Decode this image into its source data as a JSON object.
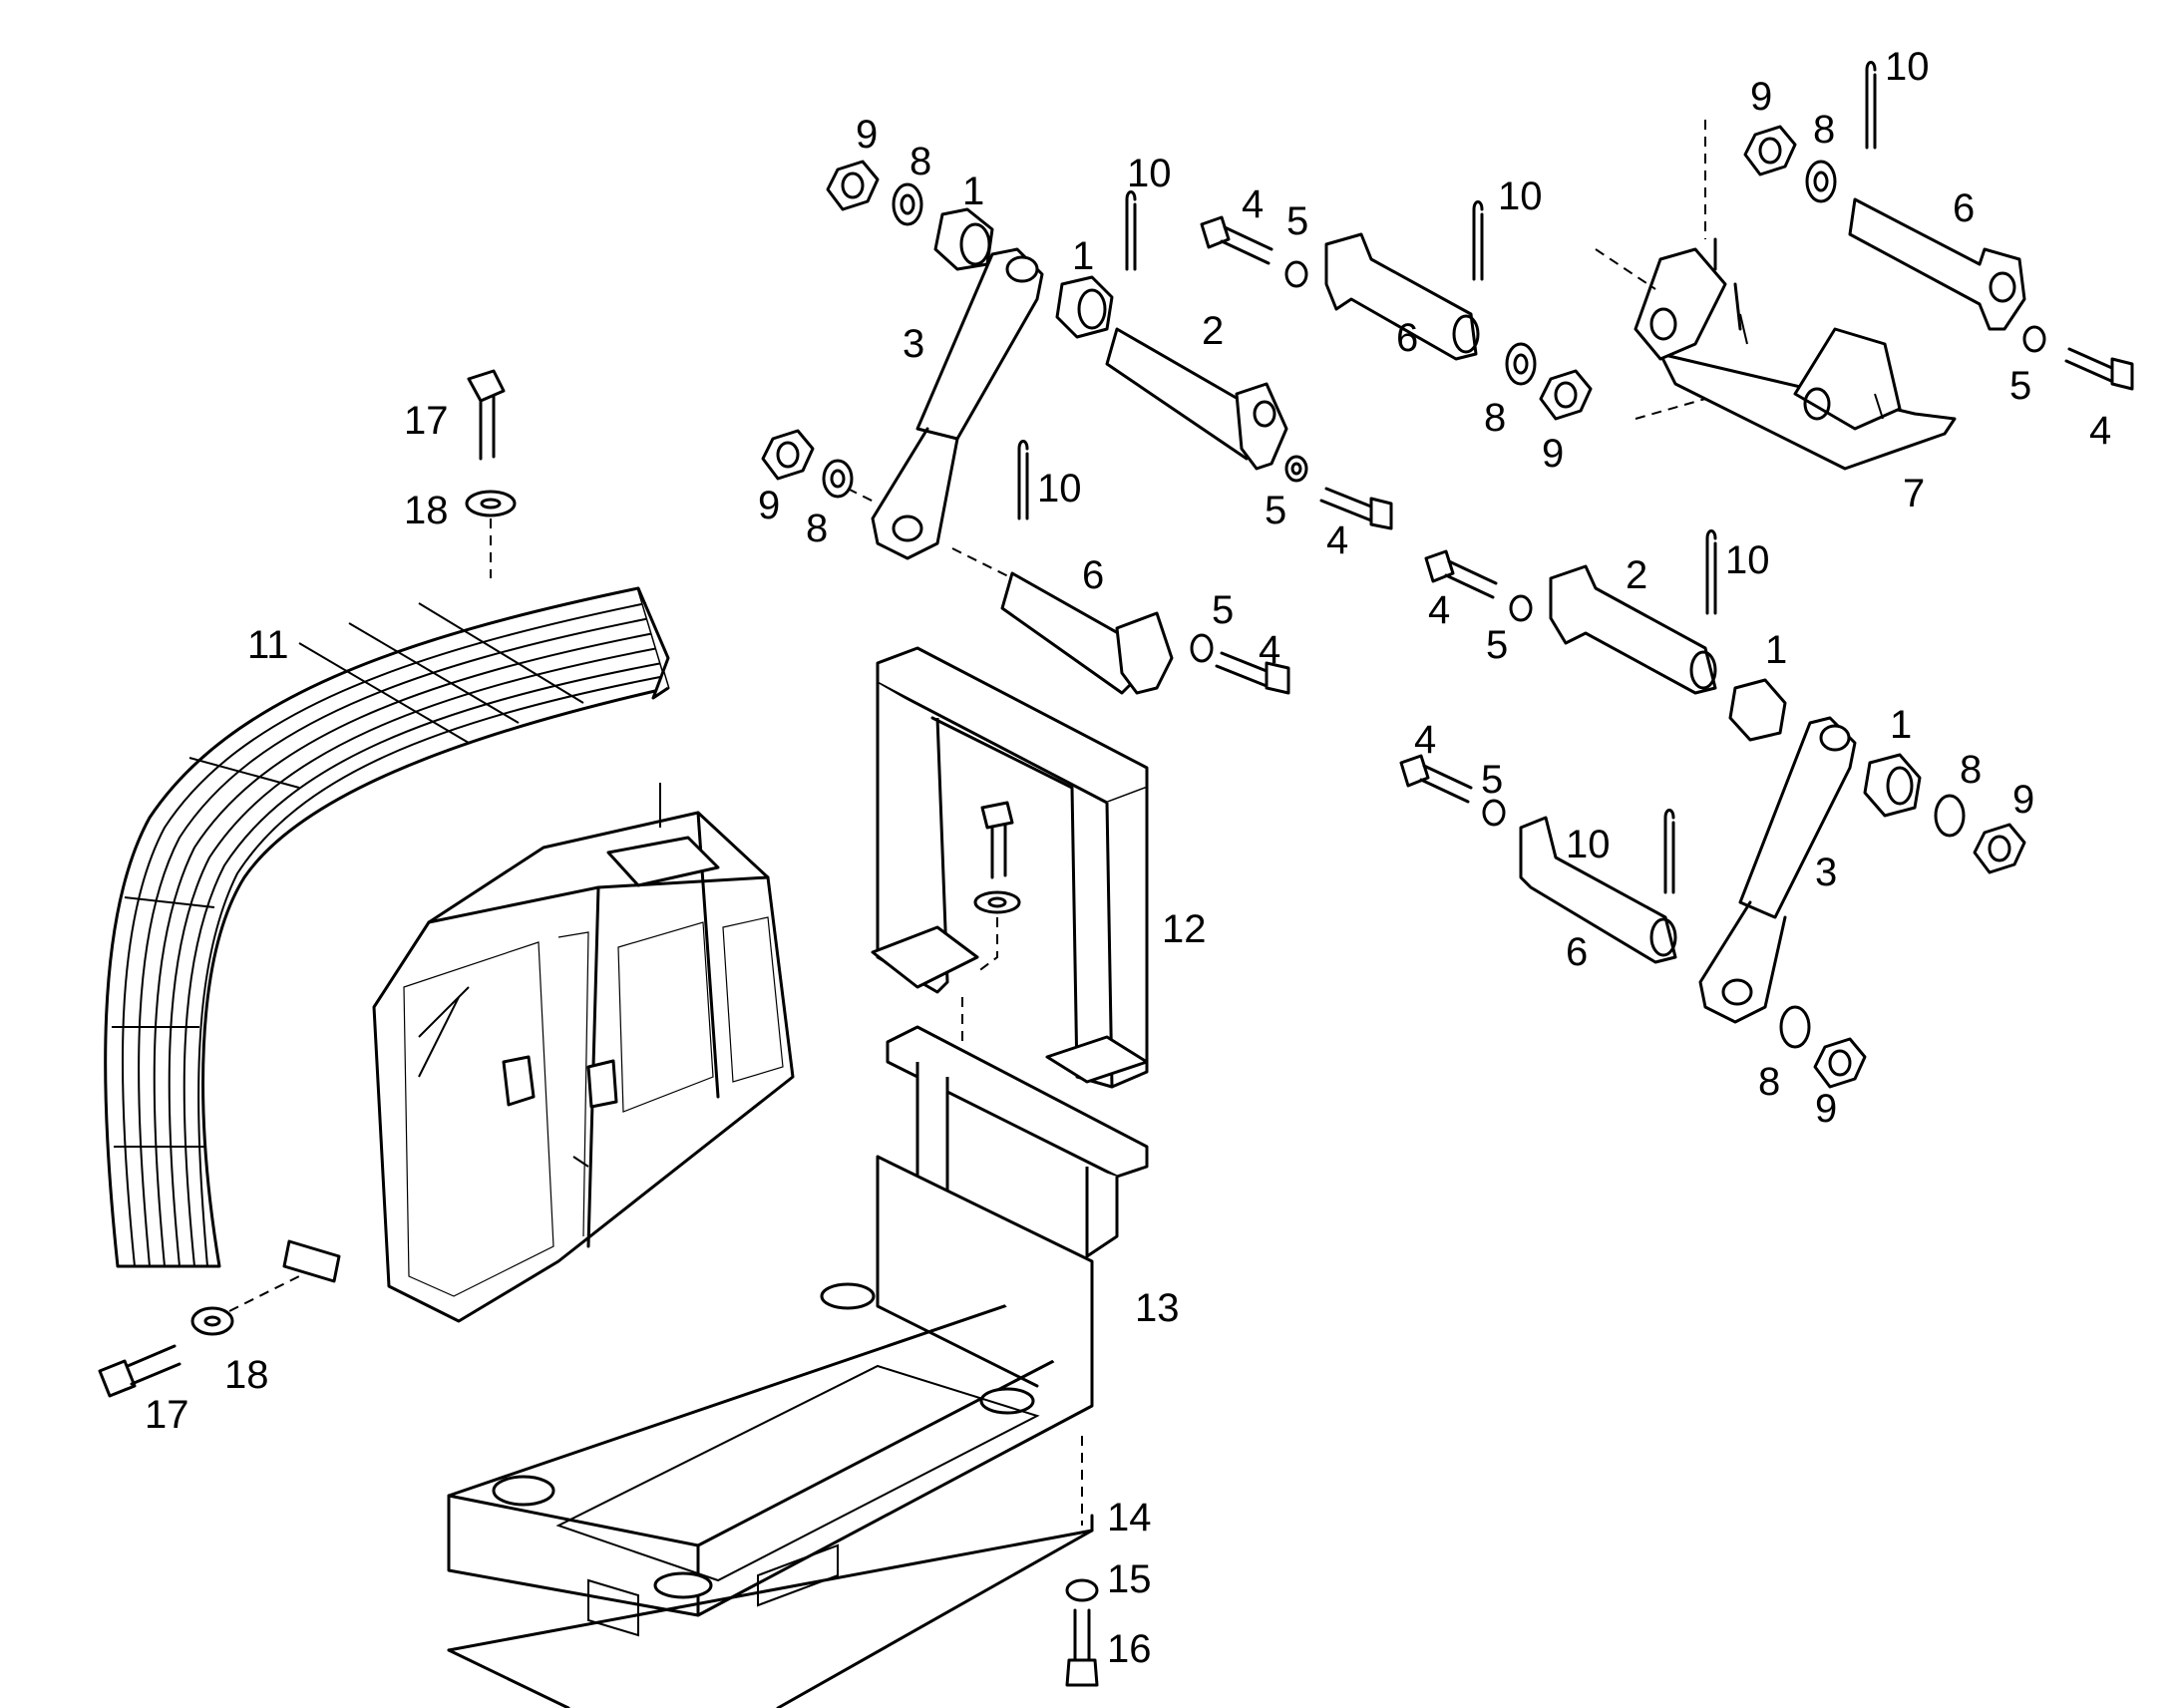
{
  "diagram": {
    "callouts": {
      "top_left_pins": [
        "9",
        "8",
        "1",
        "1",
        "3",
        "2",
        "10",
        "9",
        "8",
        "10",
        "6",
        "5",
        "4",
        "5",
        "4"
      ],
      "top_middle_pins": [
        "4",
        "5",
        "10",
        "6",
        "8",
        "9"
      ],
      "bracket_assembly": [
        "9",
        "8",
        "10",
        "6",
        "5",
        "4",
        "7"
      ],
      "right_pins": [
        "4",
        "5",
        "2",
        "10",
        "1",
        "1",
        "8",
        "9",
        "4",
        "5",
        "10",
        "3",
        "6",
        "8",
        "9"
      ],
      "canopy_and_frame": [
        "17",
        "18",
        "11",
        "12",
        "13",
        "14",
        "15",
        "16",
        "17",
        "18"
      ]
    }
  }
}
